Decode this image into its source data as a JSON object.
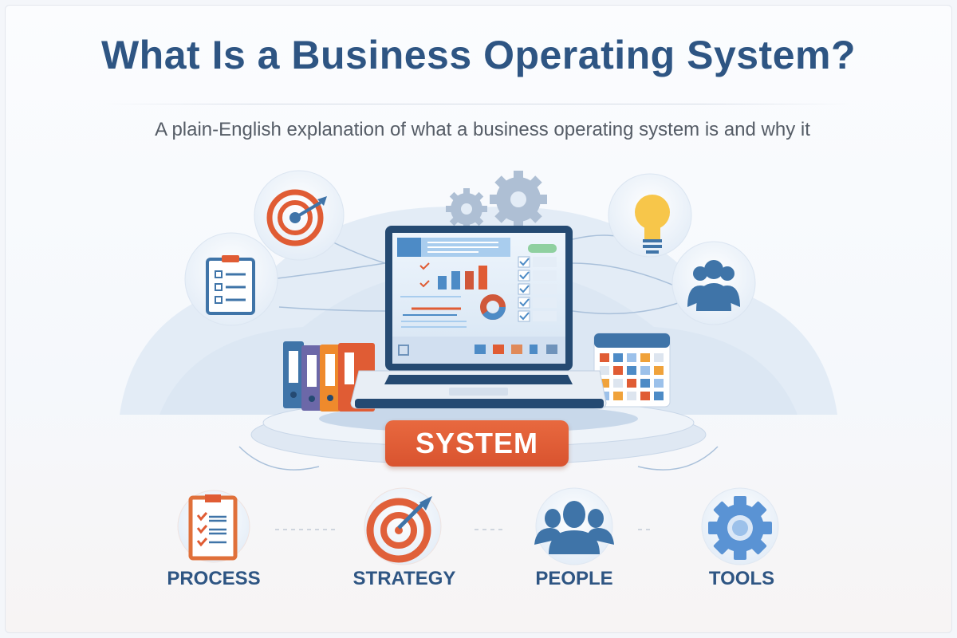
{
  "header": {
    "title": "What Is a Business Operating System?",
    "subtitle": "A plain-English explanation of what a business operating system is and why it"
  },
  "center": {
    "badge_label": "SYSTEM"
  },
  "floating_icons": [
    "target-icon",
    "clipboard-icon",
    "lightbulb-icon",
    "people-icon",
    "gear-icon",
    "binders-icon",
    "calendar-icon",
    "laptop-icon"
  ],
  "pillars": [
    {
      "label": "PROCESS",
      "icon": "checklist-icon"
    },
    {
      "label": "STRATEGY",
      "icon": "target-icon"
    },
    {
      "label": "PEOPLE",
      "icon": "people-icon"
    },
    {
      "label": "TOOLS",
      "icon": "gear-icon"
    }
  ],
  "colors": {
    "title": "#2e5583",
    "accent": "#e05c34",
    "blue": "#3f74a8",
    "navy": "#254a72"
  }
}
